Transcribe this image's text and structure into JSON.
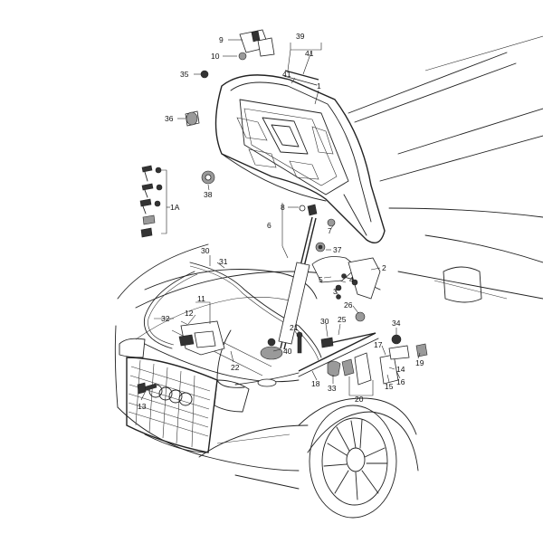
{
  "callouts": {
    "c9": "9",
    "c10": "10",
    "c35": "35",
    "c36": "36",
    "c39": "39",
    "c41a": "41",
    "c41b": "41",
    "c1": "1",
    "c38": "38",
    "c1A": "1A",
    "c8": "8",
    "c6": "6",
    "c7": "7",
    "c37": "37",
    "c30a": "30",
    "c31": "31",
    "c2": "2",
    "c5": "5",
    "c4": "4",
    "c3": "3",
    "c26": "26",
    "c11": "11",
    "c12": "12",
    "c32": "32",
    "c21": "21",
    "c30b": "30",
    "c25": "25",
    "c40": "40",
    "c22": "22",
    "c17": "17",
    "c34": "34",
    "c19": "19",
    "c14": "14",
    "c18": "18",
    "c33": "33",
    "c20": "20",
    "c15": "15",
    "c16": "16",
    "c13": "13"
  }
}
